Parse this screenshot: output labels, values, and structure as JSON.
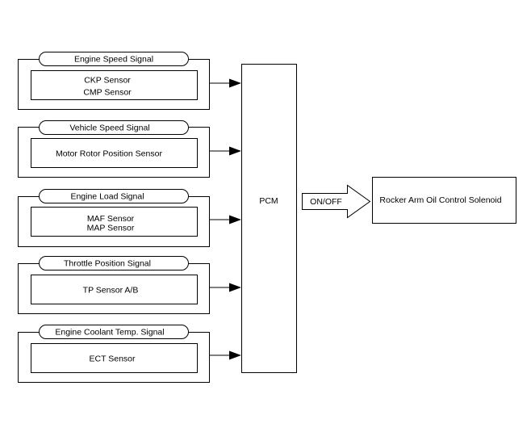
{
  "signal_groups": [
    {
      "title": "Engine Speed Signal",
      "sensors": [
        "CKP Sensor",
        "CMP Sensor"
      ]
    },
    {
      "title": "Vehicle Speed Signal",
      "sensors": [
        "Motor Rotor Position Sensor"
      ]
    },
    {
      "title": "Engine Load Signal",
      "sensors": [
        "MAF Sensor",
        "MAP Sensor"
      ]
    },
    {
      "title": "Throttle Position Signal",
      "sensors": [
        "TP Sensor A/B"
      ]
    },
    {
      "title": "Engine Coolant Temp. Signal",
      "sensors": [
        "ECT Sensor"
      ]
    }
  ],
  "controller": {
    "label": "PCM"
  },
  "output_signal": {
    "label": "ON/OFF"
  },
  "actuator": {
    "label": "Rocker Arm Oil Control Solenoid"
  }
}
